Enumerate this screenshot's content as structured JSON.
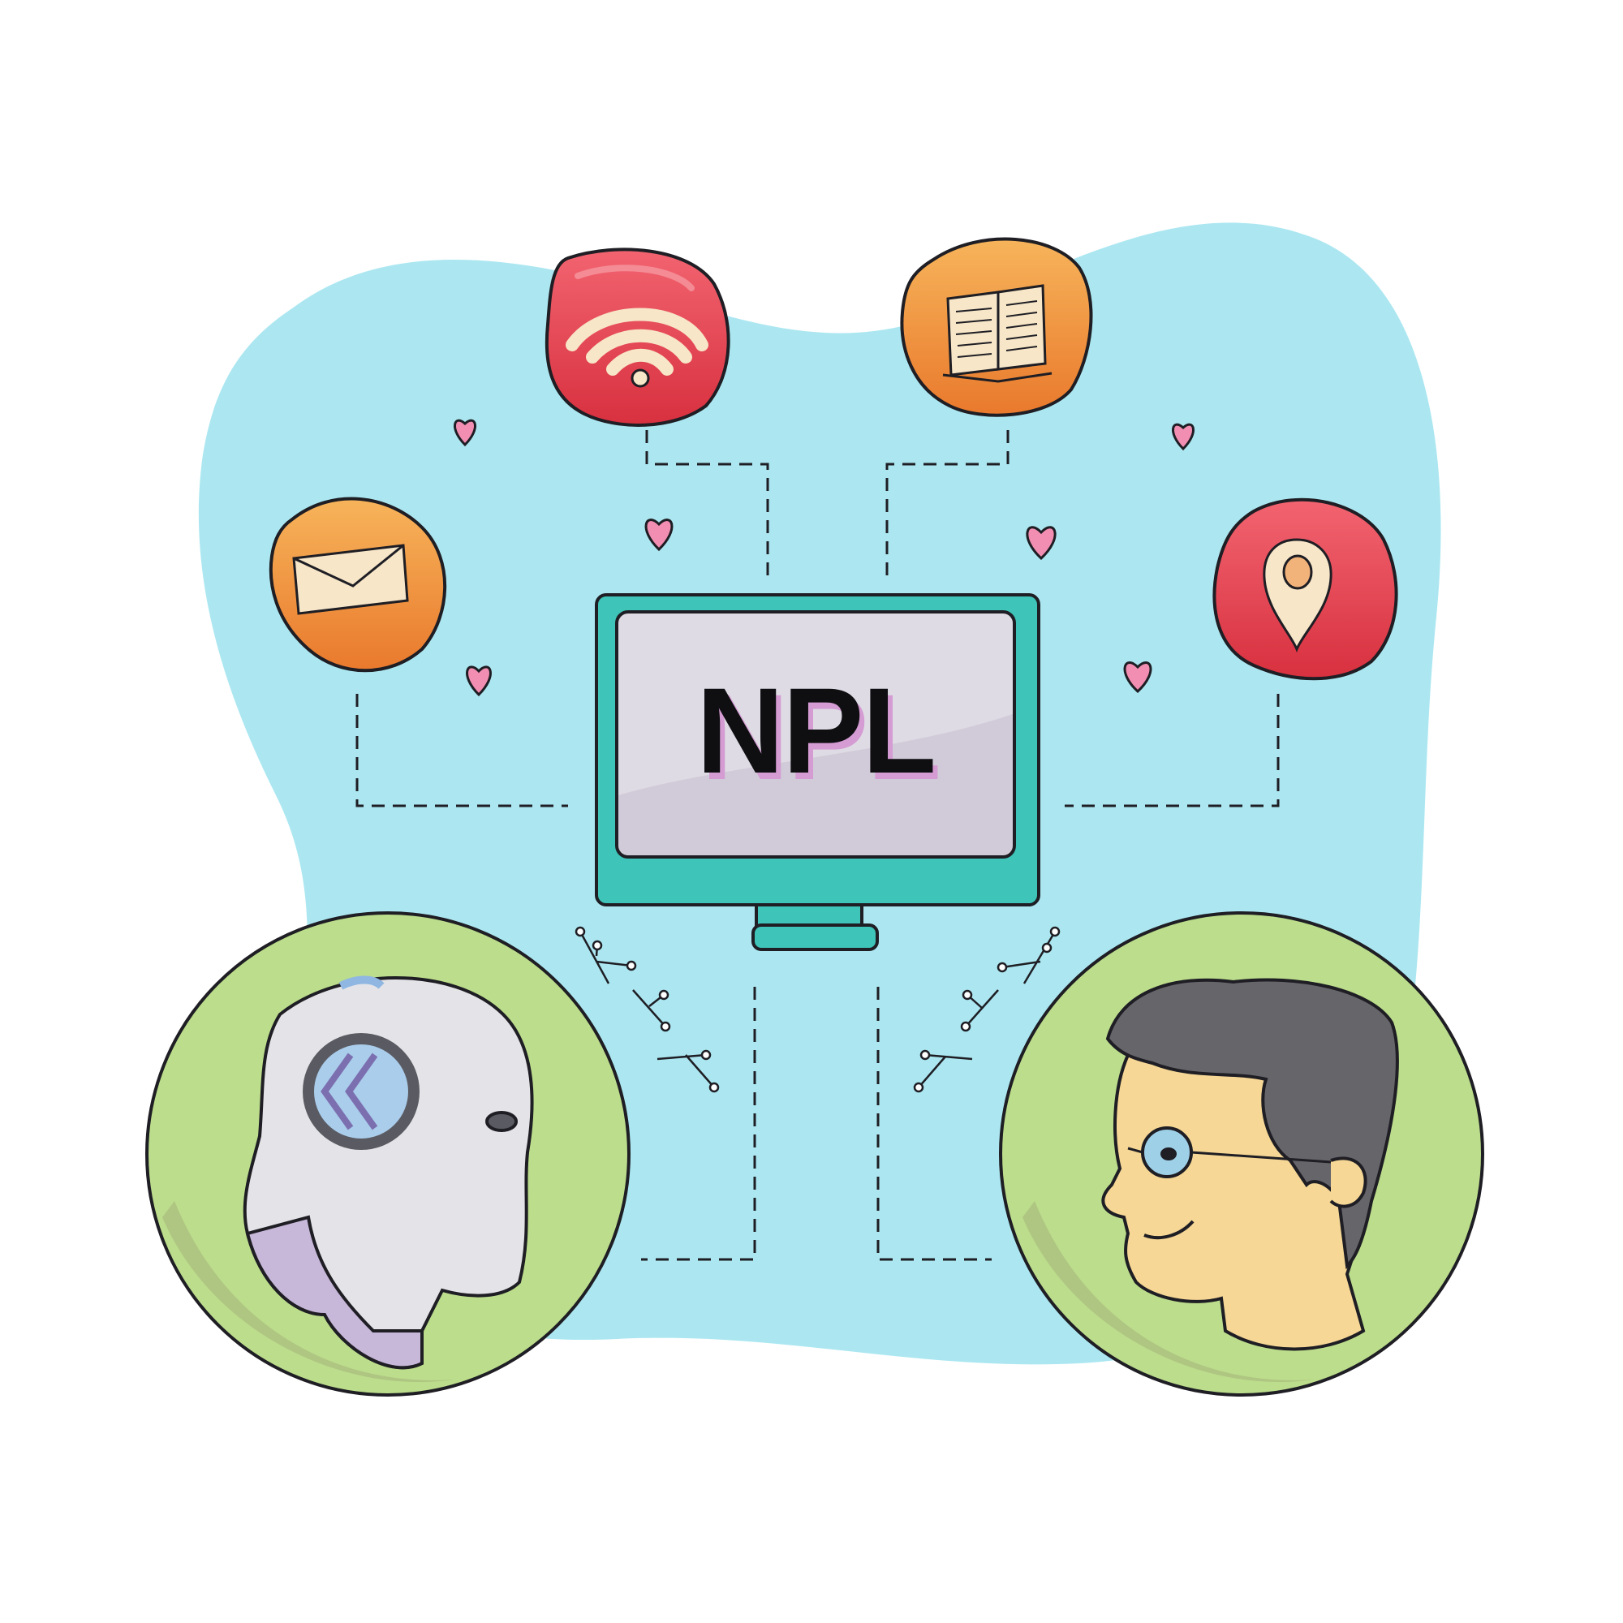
{
  "monitor": {
    "label": "NPL"
  },
  "nodes": {
    "top_icons": [
      {
        "name": "wifi",
        "icon": "wifi-icon"
      },
      {
        "name": "book",
        "icon": "book-icon"
      }
    ],
    "side_icons": [
      {
        "name": "mail",
        "icon": "envelope-icon"
      },
      {
        "name": "location",
        "icon": "location-pin-icon"
      }
    ],
    "avatars": [
      {
        "name": "robot",
        "icon": "robot-head-icon"
      },
      {
        "name": "human",
        "icon": "human-head-icon"
      }
    ]
  },
  "colors": {
    "background_blob": "#ACE7F1",
    "monitor_frame": "#3EC4B8",
    "monitor_screen": "#DEDBE4",
    "avatar_circle": "#BCDD8C",
    "red_tile": "#E84556",
    "orange_tile": "#F39A3E",
    "heart": "#F28EB2",
    "outline": "#1E1E24"
  }
}
